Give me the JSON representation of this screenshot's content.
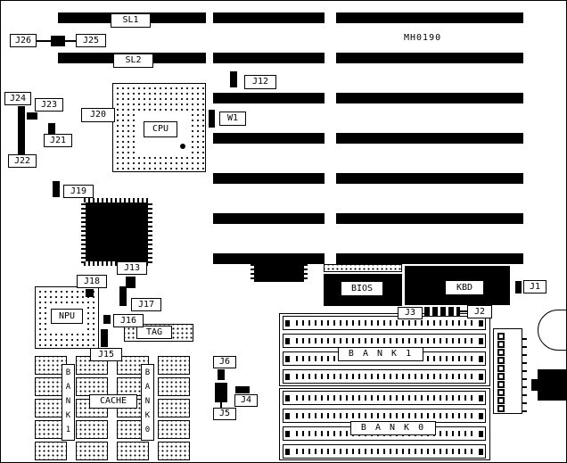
{
  "board": {
    "model_label": "MH0190",
    "colors": {
      "line": "#000000",
      "background": "#ffffff"
    }
  },
  "slot_labels": {
    "sl1": "SL1",
    "sl2": "SL2"
  },
  "jumper_labels": {
    "j1": "J1",
    "j2": "J2",
    "j3": "J3",
    "j4": "J4",
    "j5": "J5",
    "j6": "J6",
    "j12": "J12",
    "j13": "J13",
    "j15": "J15",
    "j16": "J16",
    "j17": "J17",
    "j18": "J18",
    "j19": "J19",
    "j20": "J20",
    "j21": "J21",
    "j22": "J22",
    "j23": "J23",
    "j24": "J24",
    "j25": "J25",
    "j26": "J26",
    "w1": "W1"
  },
  "chip_labels": {
    "cpu": "CPU",
    "npu": "NPU",
    "bios": "BIOS",
    "kbd": "KBD",
    "tag": "TAG",
    "cache": "CACHE"
  },
  "memory_labels": {
    "bank1_horizontal": "B A N K 1",
    "bank0_horizontal": "B A N K 0",
    "bank1_vertical": "B A N K 1",
    "bank0_vertical": "B A N K 0"
  }
}
